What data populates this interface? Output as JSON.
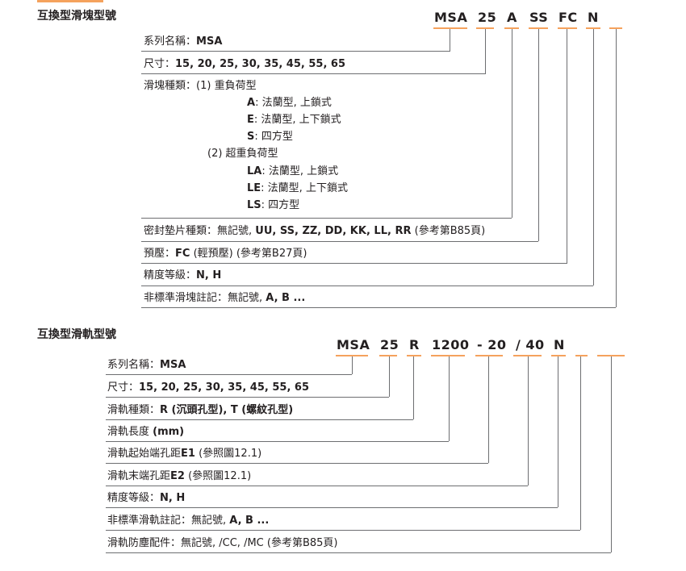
{
  "block_slider": {
    "title": "互換型滑塊型號",
    "codes": [
      "MSA",
      "25",
      "A",
      "SS",
      "FC",
      "N"
    ],
    "series": {
      "label": "系列名稱：",
      "value": "MSA"
    },
    "size": {
      "label": "尺寸：",
      "value": "15, 20, 25, 30, 35, 45, 55, 65"
    },
    "block_type": {
      "label": "滑塊種類：",
      "group1": "(1) 重負荷型",
      "a_code": "A",
      "a_text": ": 法蘭型, 上鎖式",
      "e_code": "E",
      "e_text": ": 法蘭型, 上下鎖式",
      "s_code": "S",
      "s_text": ": 四方型",
      "group2": "(2) 超重負荷型",
      "la_code": "LA",
      "la_text": ": 法蘭型, 上鎖式",
      "le_code": "LE",
      "le_text": ": 法蘭型, 上下鎖式",
      "ls_code": "LS",
      "ls_text": ": 四方型"
    },
    "seal": {
      "label": "密封墊片種類：無記號, ",
      "value": "UU, SS, ZZ, DD, KK, LL, RR",
      "ref": " (參考第B85頁)"
    },
    "preload": {
      "label": "預壓：",
      "value": "FC",
      "note": " (輕預壓) (參考第B27頁)"
    },
    "accuracy": {
      "label": "精度等級：",
      "value": "N, H"
    },
    "nonstd": {
      "label": "非標準滑塊註記：無記號, ",
      "value": "A, B ..."
    }
  },
  "rail": {
    "title": "互換型滑軌型號",
    "codes": [
      "MSA",
      "25",
      "R",
      "1200",
      "- 20",
      "/ 40",
      "N"
    ],
    "series": {
      "label": "系列名稱：",
      "value": "MSA"
    },
    "size": {
      "label": "尺寸：",
      "value": "15, 20, 25, 30, 35, 45, 55, 65"
    },
    "rail_type": {
      "label": "滑軌種類：",
      "r": "R (沉頭孔型), T (螺紋孔型)"
    },
    "length": {
      "label": "滑軌長度 ",
      "value": "(mm)"
    },
    "e1": {
      "label": "滑軌起始端孔距",
      "value": "E1",
      "ref": " (參照圖12.1)"
    },
    "e2": {
      "label": "滑軌末端孔距",
      "value": "E2",
      "ref": " (參照圖12.1)"
    },
    "accuracy": {
      "label": "精度等級：",
      "value": "N, H"
    },
    "nonstd": {
      "label": "非標準滑軌註記：無記號, ",
      "value": "A, B ..."
    },
    "dust": {
      "label": "滑軌防塵配件：無記號, /CC, /MC (參考第B85頁)"
    }
  },
  "colors": {
    "accent": "#f5a25d",
    "line": "#6d6e71",
    "text": "#231f20"
  }
}
